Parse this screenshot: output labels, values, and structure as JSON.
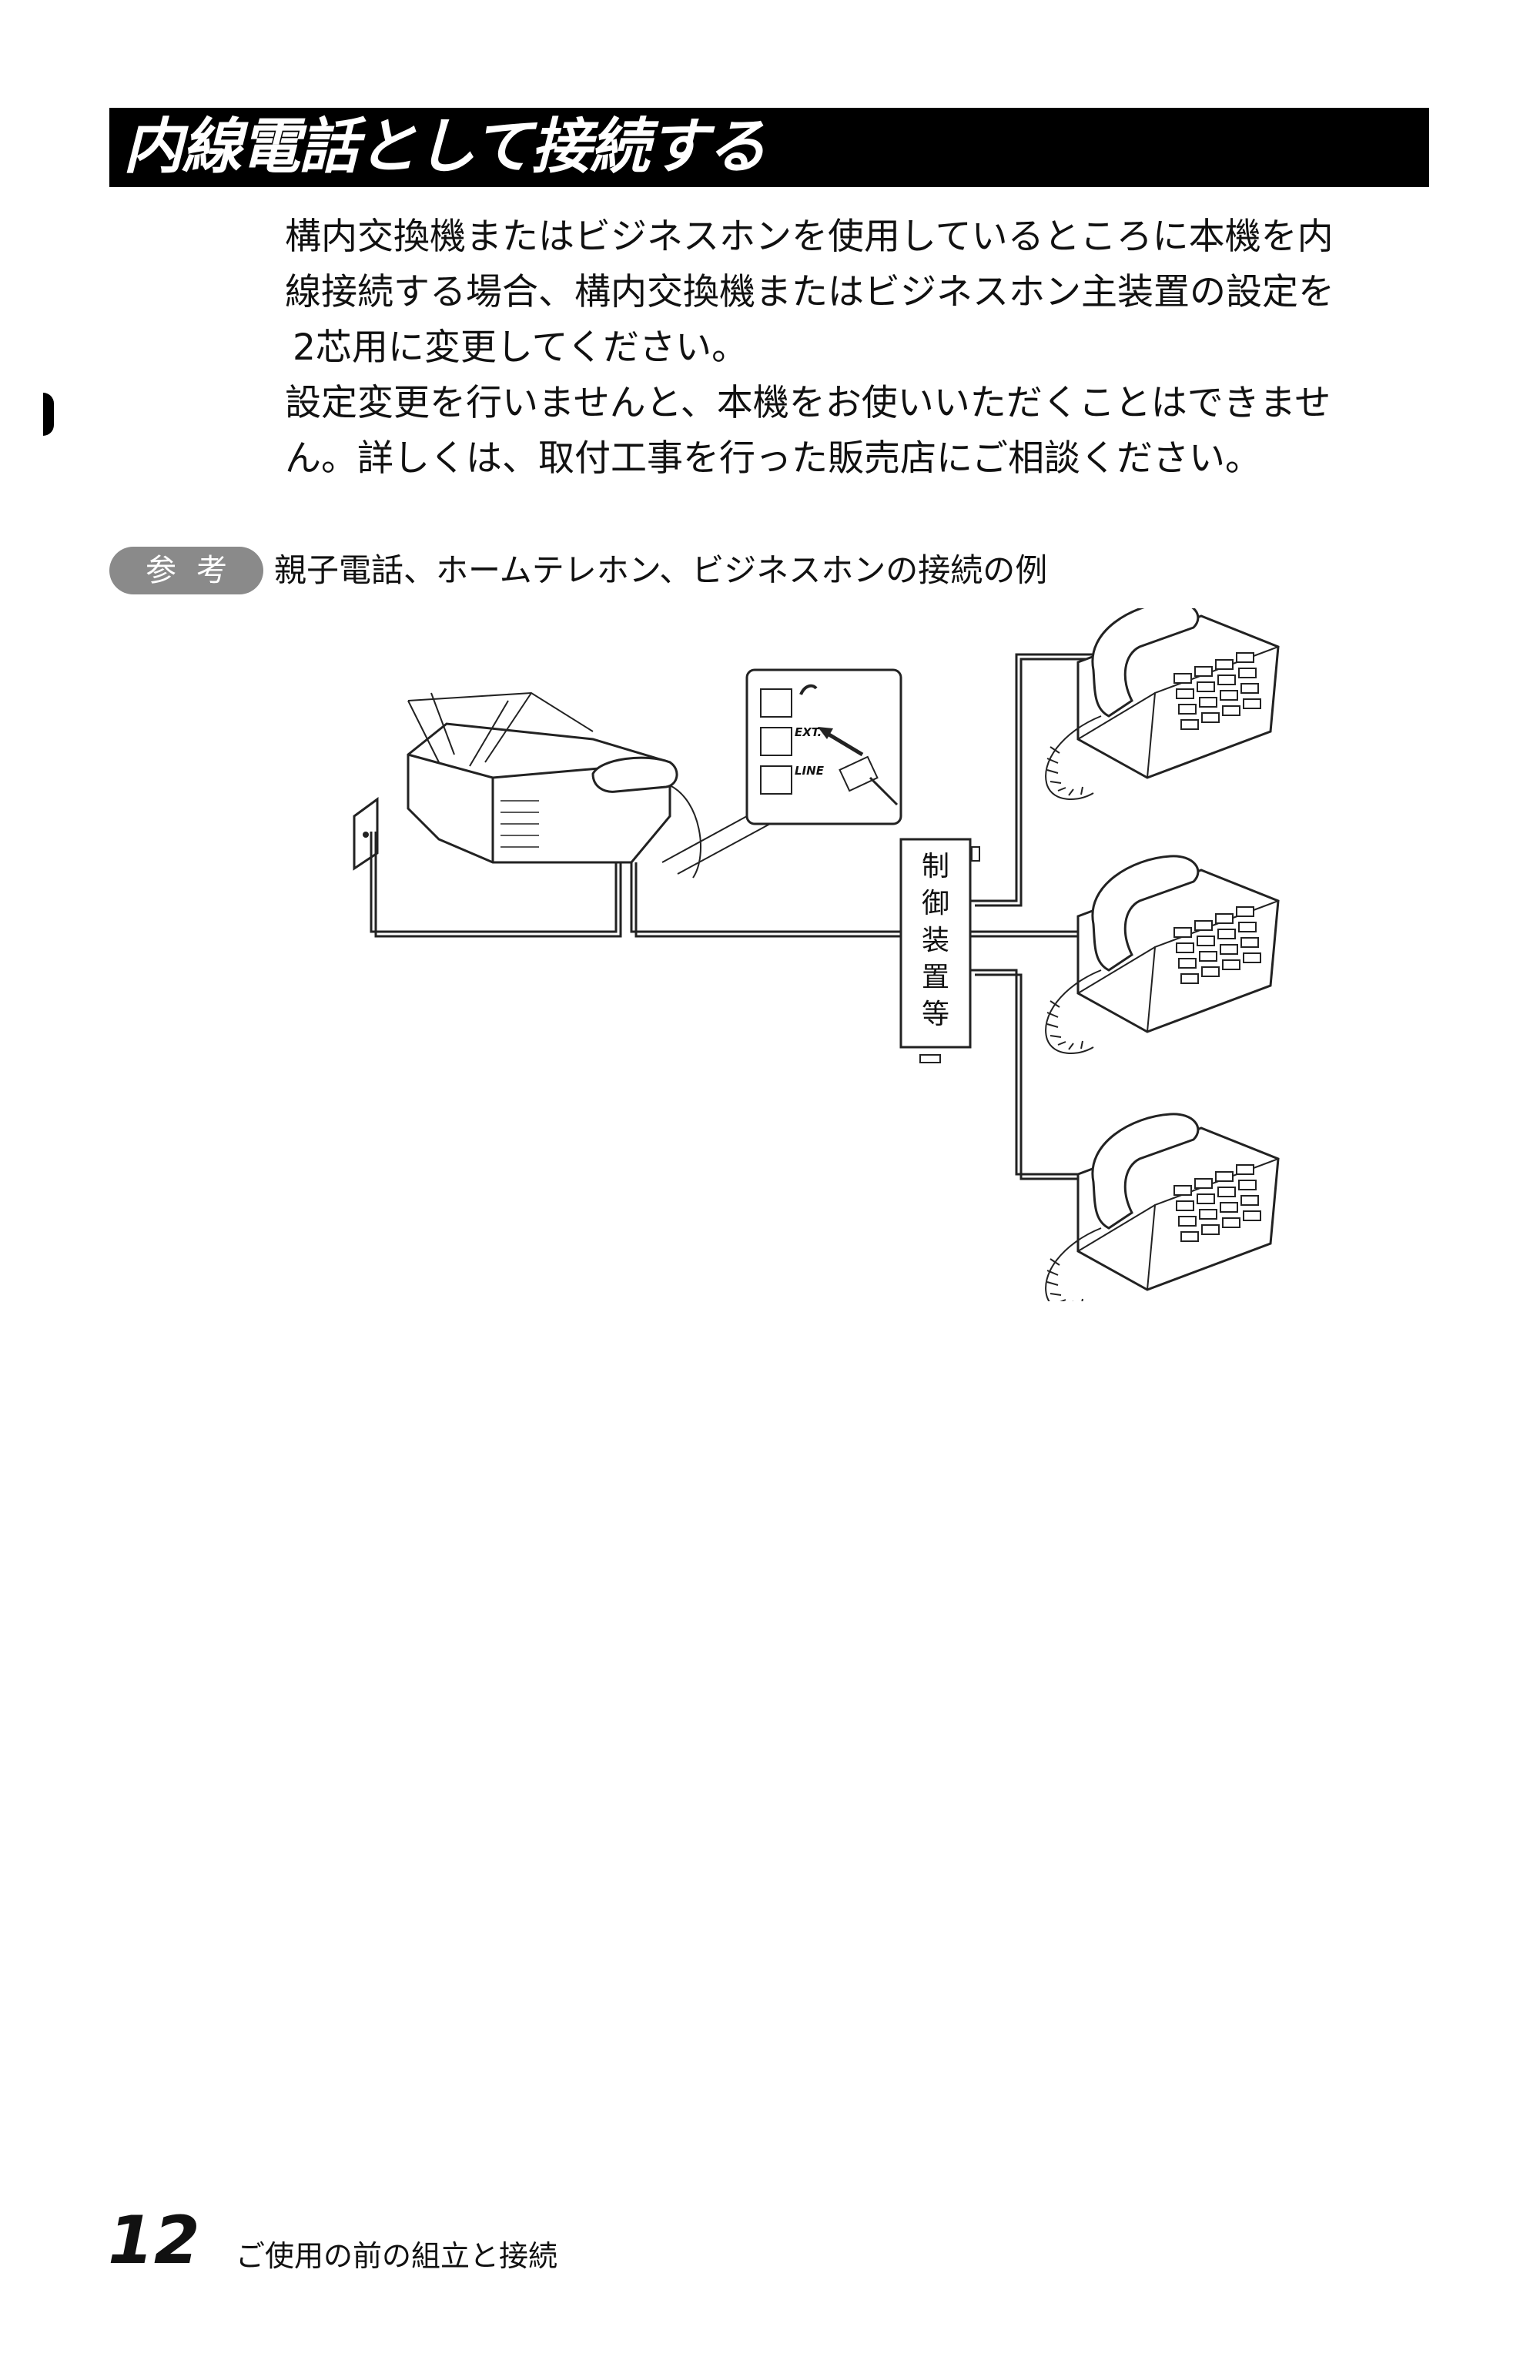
{
  "section_title": "内線電話として接続する",
  "body_lines": [
    "構内交換機またはビジネスホンを使用しているところに本機を内",
    "線接続する場合、構内交換機またはビジネスホン主装置の設定を",
    "2芯用に変更してください。",
    "設定変更を行いませんと、本機をお使いいただくことはできませ",
    "ん。詳しくは、取付工事を行った販売店にご相談ください。"
  ],
  "reference": {
    "badge": "参考",
    "caption": "親子電話、ホームテレホン、ビジネスホンの接続の例"
  },
  "diagram": {
    "jack_labels": [
      "EXT.",
      "LINE"
    ],
    "control_unit_label": [
      "制",
      "御",
      "装",
      "置",
      "等"
    ],
    "extension_phone_count": 3
  },
  "footer": {
    "page_number": "12",
    "section": "ご使用の前の組立と接続"
  },
  "colors": {
    "title_bar": "#000000",
    "title_text": "#ffffff",
    "badge_bg": "#8a8a8a",
    "line_art": "#222222"
  }
}
